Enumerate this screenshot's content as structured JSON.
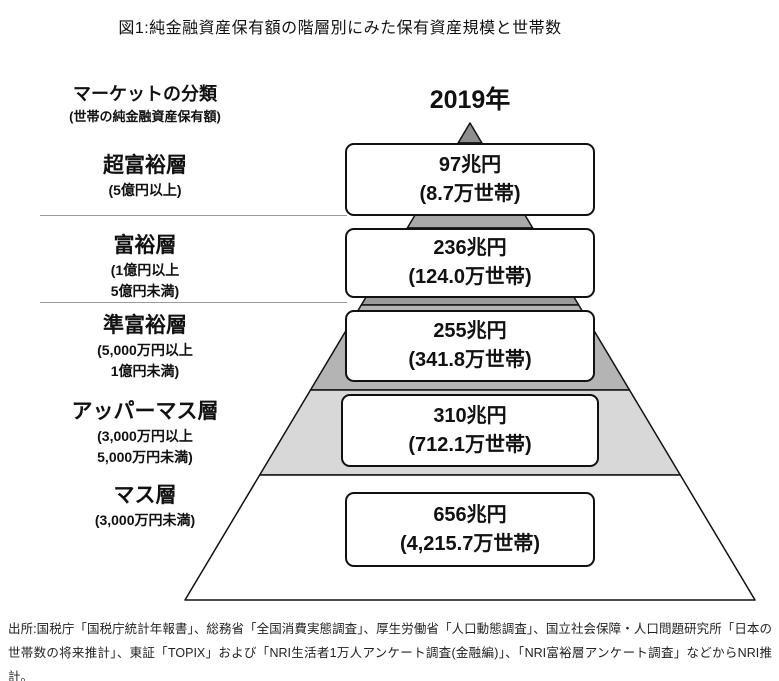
{
  "title": "図1:純金融資産保有額の階層別にみた保有資産規模と世帯数",
  "legend": {
    "heading": "マーケットの分類",
    "subheading": "(世帯の純金融資産保有額)"
  },
  "chart_data": {
    "type": "pyramid",
    "title": "図1:純金融資産保有額の階層別にみた保有資産規模と世帯数",
    "year_label": "2019年",
    "unit_assets": "兆円",
    "unit_households": "万世帯",
    "tiers": [
      {
        "name": "超富裕層",
        "range_lines": [
          "(5億円以上)"
        ],
        "assets_trillion_yen": 97,
        "households_10k": 8.7,
        "assets_label": "97兆円",
        "households_label": "(8.7万世帯)"
      },
      {
        "name": "富裕層",
        "range_lines": [
          "(1億円以上",
          "5億円未満)"
        ],
        "assets_trillion_yen": 236,
        "households_10k": 124.0,
        "assets_label": "236兆円",
        "households_label": "(124.0万世帯)"
      },
      {
        "name": "準富裕層",
        "range_lines": [
          "(5,000万円以上",
          "1億円未満)"
        ],
        "assets_trillion_yen": 255,
        "households_10k": 341.8,
        "assets_label": "255兆円",
        "households_label": "(341.8万世帯)"
      },
      {
        "name": "アッパーマス層",
        "range_lines": [
          "(3,000万円以上",
          "5,000万円未満)"
        ],
        "assets_trillion_yen": 310,
        "households_10k": 712.1,
        "assets_label": "310兆円",
        "households_label": "(712.1万世帯)"
      },
      {
        "name": "マス層",
        "range_lines": [
          "(3,000万円未満)"
        ],
        "assets_trillion_yen": 656,
        "households_10k": 4215.7,
        "assets_label": "656兆円",
        "households_label": "(4,215.7万世帯)"
      }
    ],
    "band_colors": [
      "#8e8e8e",
      "#a8a8a8",
      "#9a9a9a",
      "#b4b4b4",
      "#d8d8d8",
      "#ffffff"
    ],
    "outline_color": "#111111"
  },
  "source": "出所:国税庁「国税庁統計年報書」、総務省「全国消費実態調査」、厚生労働省「人口動態調査」、国立社会保障・人口問題研究所「日本の世帯数の将来推計」、東証「TOPIX」および「NRI生活者1万人アンケート調査(金融編)」、「NRI富裕層アンケート調査」などからNRI推計。"
}
